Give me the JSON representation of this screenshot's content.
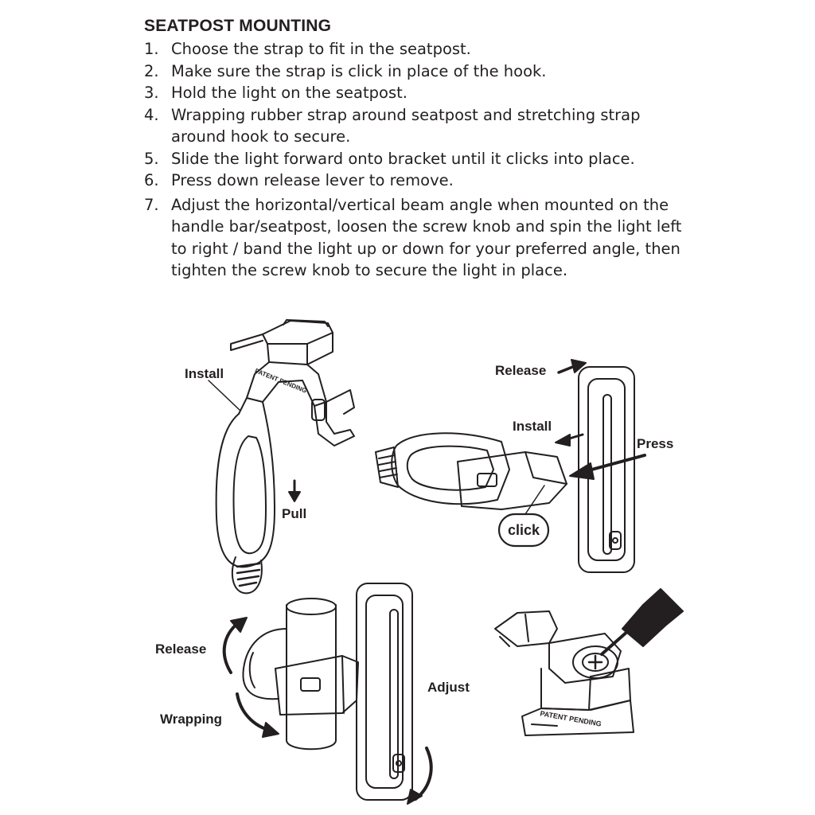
{
  "document": {
    "heading": "SEATPOST MOUNTING",
    "steps": [
      {
        "num": "1.",
        "text": "Choose the strap to fit in the seatpost."
      },
      {
        "num": "2.",
        "text": "Make sure the strap is click in place of the hook."
      },
      {
        "num": "3.",
        "text": "Hold the light on the seatpost."
      },
      {
        "num": "4.",
        "text": "Wrapping rubber strap around seatpost and stretching strap around hook to secure."
      },
      {
        "num": "5.",
        "text": "Slide the light forward onto bracket until it clicks into place."
      },
      {
        "num": "6.",
        "text": "Press down release lever to remove."
      },
      {
        "num": "7.",
        "text": "Adjust the horizontal/vertical beam angle when mounted on the handle bar/seatpost, loosen the screw knob and spin the light left to right / band the light up or down for your preferred angle, then tighten the screw knob to secure the light in place."
      }
    ]
  },
  "figures": {
    "fig1": {
      "install": "Install",
      "pull": "Pull",
      "patent": "PATENT PENDING"
    },
    "fig2": {
      "release": "Release",
      "install": "Install",
      "press": "Press",
      "click": "click"
    },
    "fig3": {
      "release": "Release",
      "wrapping": "Wrapping",
      "adjust": "Adjust"
    },
    "fig4": {
      "patent": "PATENT PENDING"
    }
  }
}
